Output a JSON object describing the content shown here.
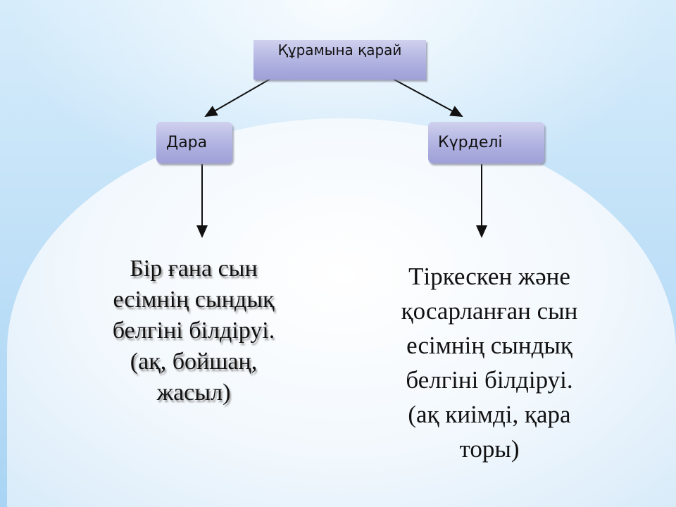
{
  "diagram": {
    "root": "Құрамына қарай",
    "left_node": "Дара",
    "right_node": "Күрделі",
    "left_text": "Бір ғана сын\nесімнің сындық\nбелгіні білдіруі.\n(ақ, бойшаң,\nжасыл)",
    "right_text": "Тіркескен және\nқосарланған сын\nесімнің сындық\nбелгіні білдіруі.\n(ақ киімді, қара\nторы)"
  }
}
